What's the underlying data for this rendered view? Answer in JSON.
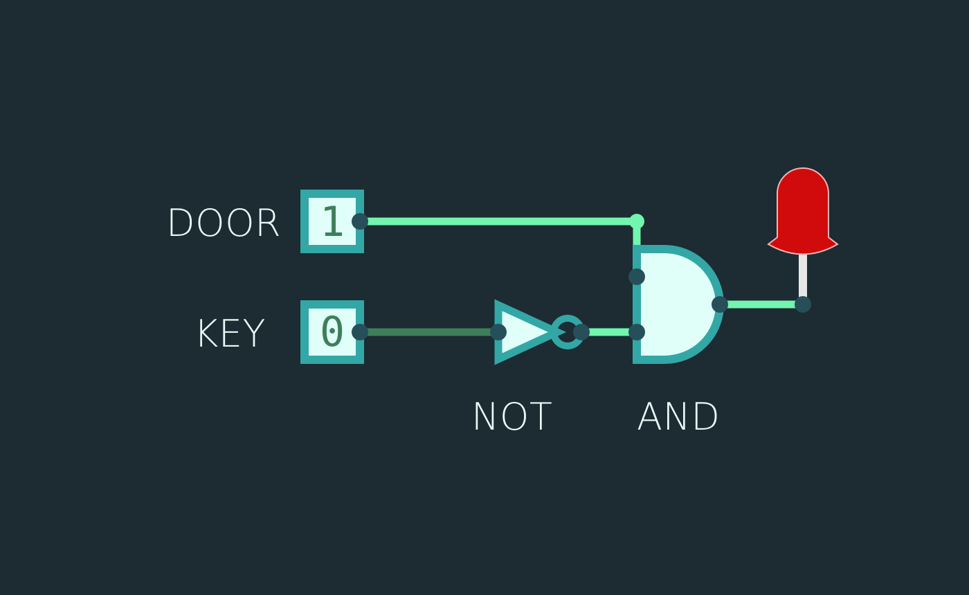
{
  "colors": {
    "background": "#1d2b33",
    "wire_active": "#72f5ae",
    "wire_inactive": "#3e7f5b",
    "gate_outline": "#33a7a5",
    "gate_fill": "#e0fff9",
    "pin": "#274f5a",
    "led_on": "#d10b0b",
    "text": "#e9fbf8",
    "switch_text": "#3e7f5b"
  },
  "inputs": [
    {
      "label": "DOOR",
      "value": "1",
      "state": 1
    },
    {
      "label": "KEY",
      "value": "0",
      "state": 0
    }
  ],
  "gates": [
    {
      "type": "NOT",
      "label": "NOT"
    },
    {
      "type": "AND",
      "label": "AND"
    }
  ],
  "output": {
    "type": "LED",
    "state": "on"
  }
}
